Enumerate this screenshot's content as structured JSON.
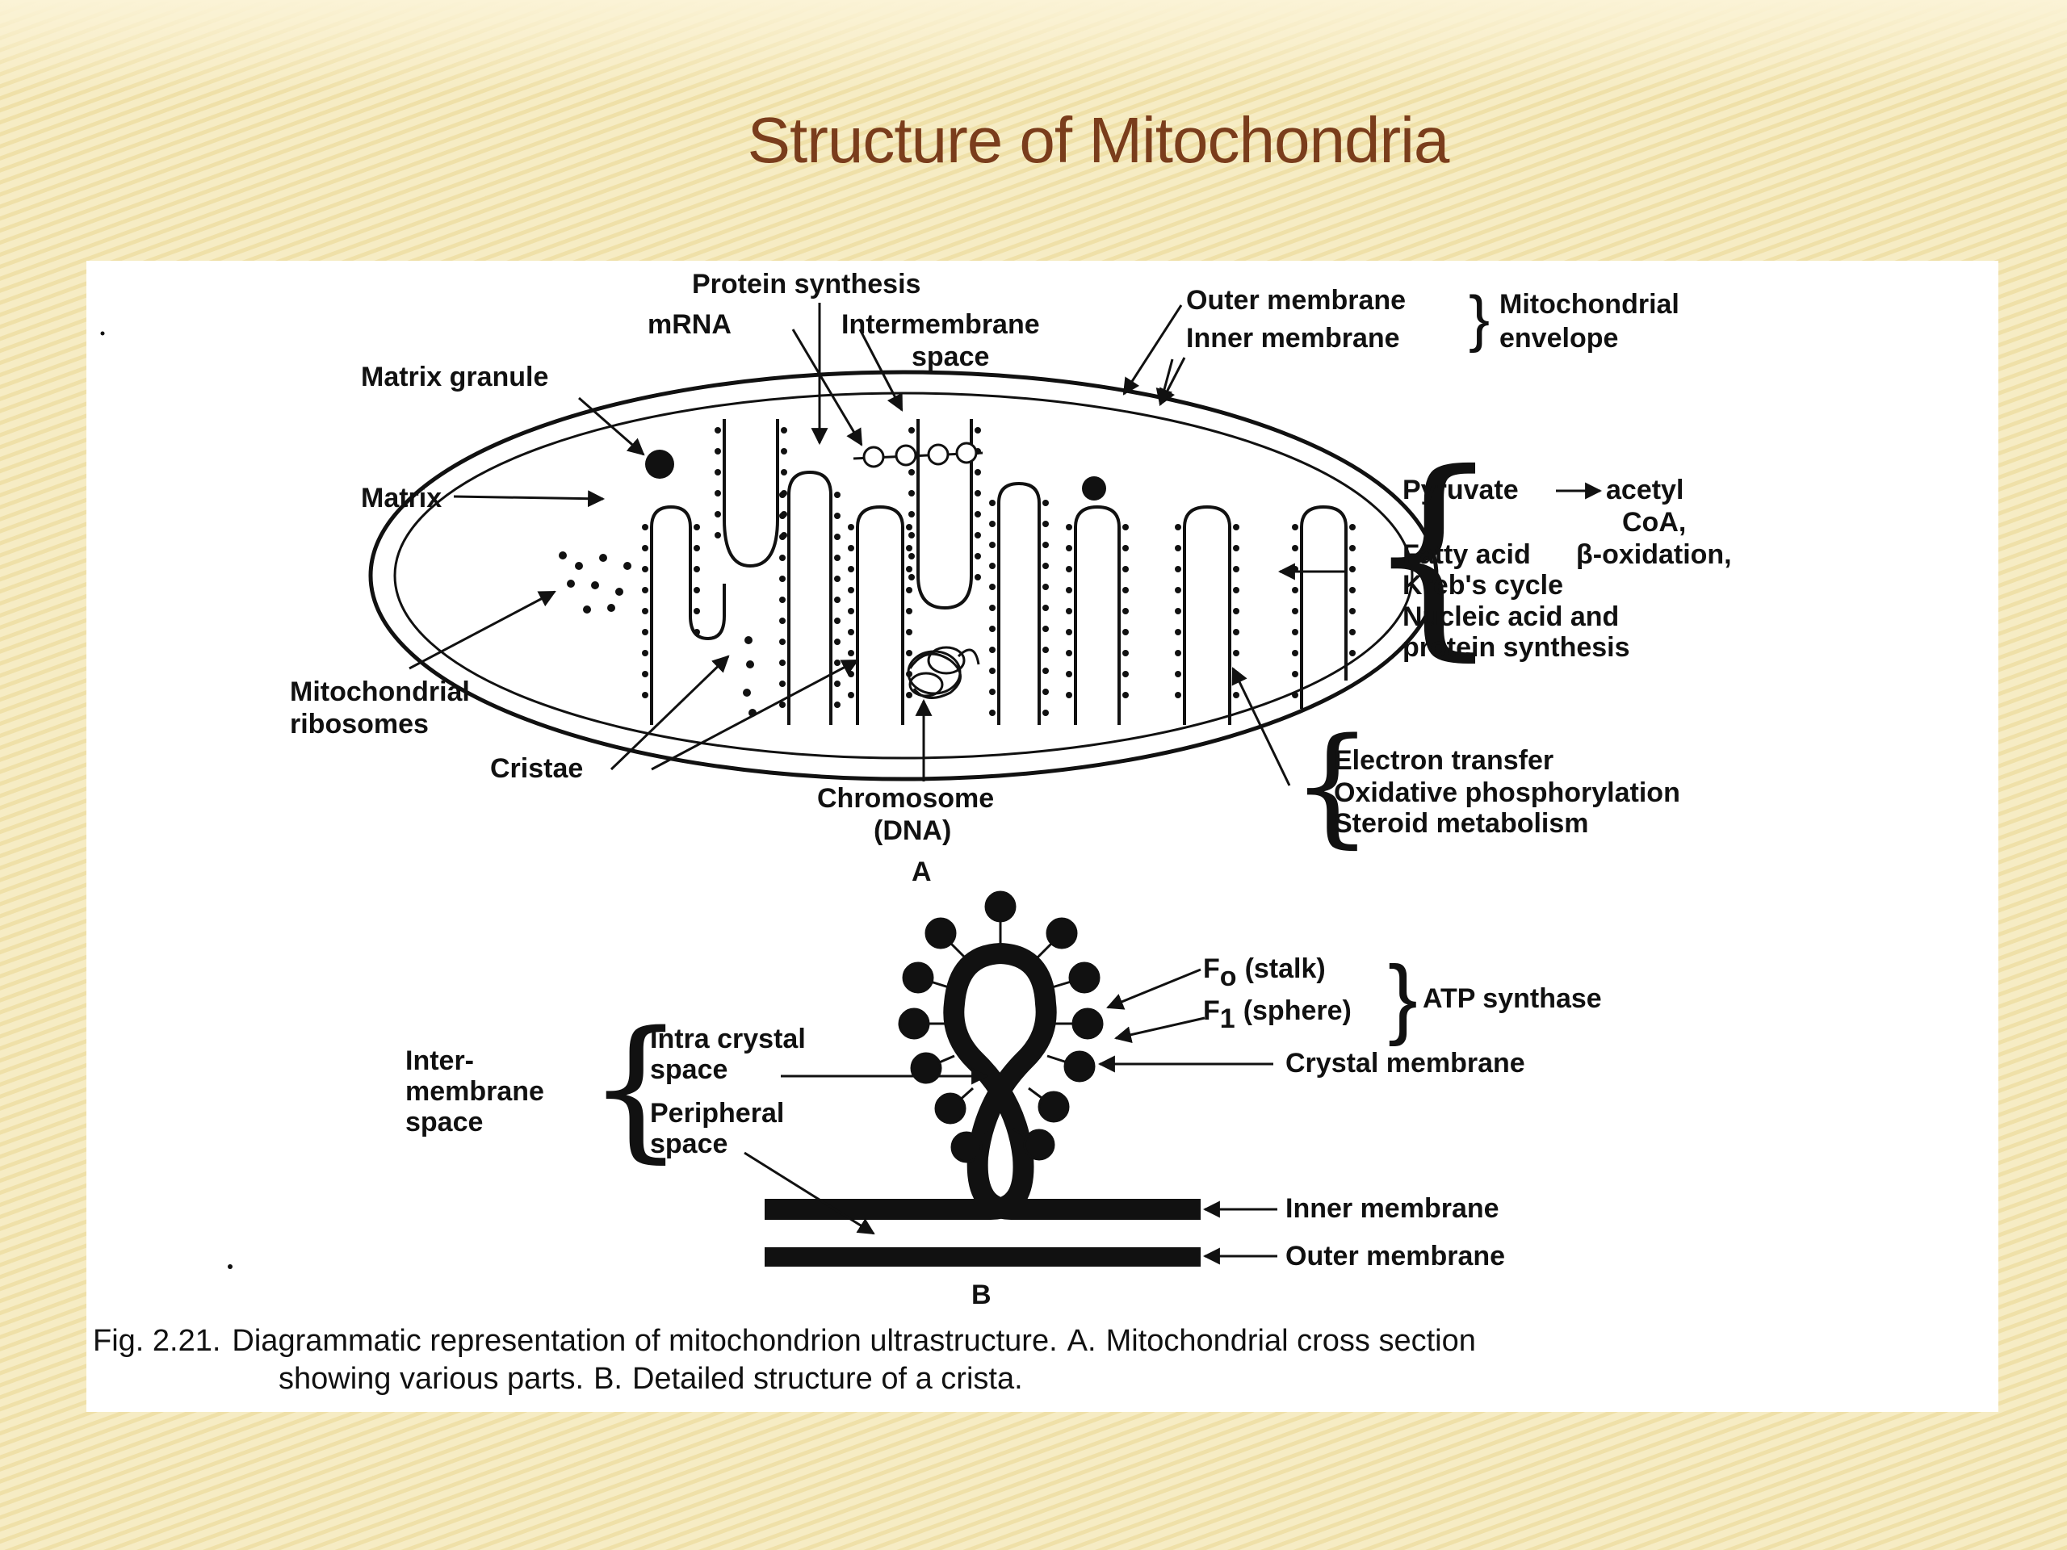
{
  "slide": {
    "title": "Structure of Mitochondria",
    "background_color": "#f6ecc4",
    "title_color": "#7a3d1c"
  },
  "diagram_a": {
    "labels": {
      "protein_synthesis": "Protein synthesis",
      "mrna": "mRNA",
      "intermembrane_space_1": "Intermembrane",
      "intermembrane_space_2": "space",
      "outer_membrane": "Outer membrane",
      "inner_membrane": "Inner membrane",
      "envelope_1": "Mitochondrial",
      "envelope_2": "envelope",
      "matrix_granule": "Matrix granule",
      "matrix": "Matrix",
      "ribosomes_1": "Mitochondrial",
      "ribosomes_2": "ribosomes",
      "cristae": "Cristae",
      "chromosome_1": "Chromosome",
      "chromosome_2": "(DNA)",
      "panel_label": "A"
    },
    "matrix_functions": {
      "line1a": "Pyruvate",
      "line1b": "acetyl",
      "line2": "CoA,",
      "line3a": "Fatty acid",
      "line3b": "β-oxidation,",
      "line4": "Kreb's cycle",
      "line5": "Nucleic acid and",
      "line6": "protein synthesis"
    },
    "membrane_functions": {
      "line1": "Electron transfer",
      "line2": "Oxidative phosphorylation",
      "line3": "Steroid metabolism"
    }
  },
  "diagram_b": {
    "labels": {
      "fo_main": "F",
      "fo_sub": "o",
      "fo_rest": "(stalk)",
      "f1_main": "F",
      "f1_sub": "1",
      "f1_rest": "(sphere)",
      "atp_synthase": "ATP synthase",
      "crystal_membrane": "Crystal membrane",
      "inter_1": "Inter-",
      "inter_2": "membrane",
      "inter_3": "space",
      "intra_1": "Intra crystal",
      "intra_2": "space",
      "peripheral_1": "Peripheral",
      "peripheral_2": "space",
      "inner_membrane": "Inner membrane",
      "outer_membrane": "Outer membrane",
      "panel_label": "B"
    }
  },
  "caption": {
    "fig_label": "Fig. 2.21.",
    "line1_a": "Diagrammatic representation of mitochondrion ultrastructure.",
    "line1_b": "A.",
    "line1_c": "Mitochondrial cross section",
    "line2_a": "showing various parts.",
    "line2_b": "B.",
    "line2_c": "Detailed structure of a crista."
  }
}
